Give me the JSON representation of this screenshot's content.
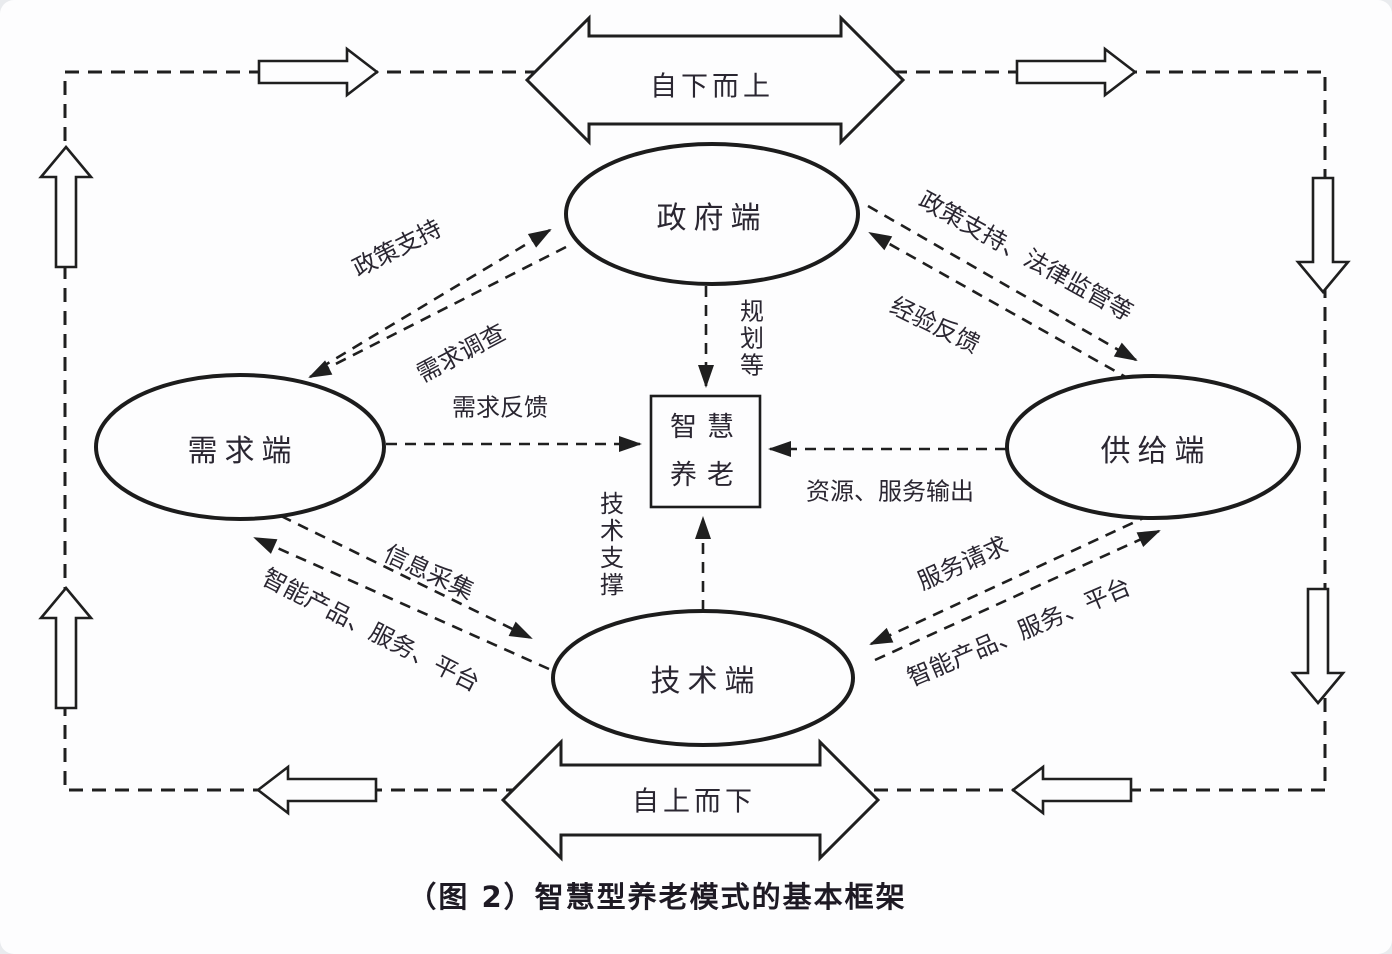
{
  "caption": "（图 2）智慧型养老模式的基本框架",
  "nodes": {
    "government": "政府端",
    "demand": "需求端",
    "supply": "供给端",
    "technology": "技术端",
    "center": {
      "line1": "智慧",
      "line2": "养老"
    }
  },
  "flows": {
    "top_arrow": "自下而上",
    "bottom_arrow": "自上而下"
  },
  "edge_labels": {
    "policy_support_left": "政策支持",
    "demand_survey": "需求调查",
    "demand_feedback": "需求反馈",
    "policy_support_right": "政策支持、法律监管等",
    "experience_feedback": "经验反馈",
    "planning": "规划等",
    "resource_service_output": "资源、服务输出",
    "tech_support": "技术支撑",
    "info_collection": "信息采集",
    "smart_products_left": "智能产品、服务、平台",
    "service_request": "服务请求",
    "smart_products_right": "智能产品、服务、平台"
  },
  "colors": {
    "line": "#1f1f1f",
    "text": "#2a2631",
    "background": "#fdfdfe"
  }
}
